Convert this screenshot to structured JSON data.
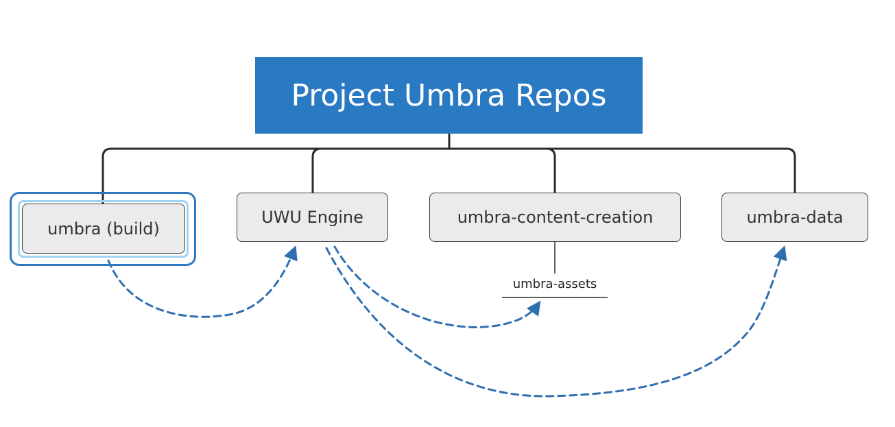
{
  "diagram": {
    "root": {
      "label": "Project Umbra Repos"
    },
    "children": [
      {
        "id": "umbra-build",
        "label": "umbra (build)",
        "selected": true
      },
      {
        "id": "uwu-engine",
        "label": "UWU Engine"
      },
      {
        "id": "umbra-content-creation",
        "label": "umbra-content-creation",
        "children": [
          {
            "id": "umbra-assets",
            "label": "umbra-assets"
          }
        ]
      },
      {
        "id": "umbra-data",
        "label": "umbra-data"
      }
    ],
    "dependencies": [
      {
        "from": "umbra-build",
        "to": "uwu-engine",
        "style": "dashed"
      },
      {
        "from": "uwu-engine",
        "to": "umbra-assets",
        "style": "dashed"
      },
      {
        "from": "uwu-engine",
        "to": "umbra-data",
        "style": "dashed"
      }
    ],
    "colors": {
      "root_fill": "#2a7ac3",
      "node_fill": "#ebebeb",
      "connector": "#2b2b2b",
      "dependency_arrow": "#2f6fb0",
      "selection_outer": "#2f78c0",
      "selection_inner": "#9fd3f3"
    }
  }
}
